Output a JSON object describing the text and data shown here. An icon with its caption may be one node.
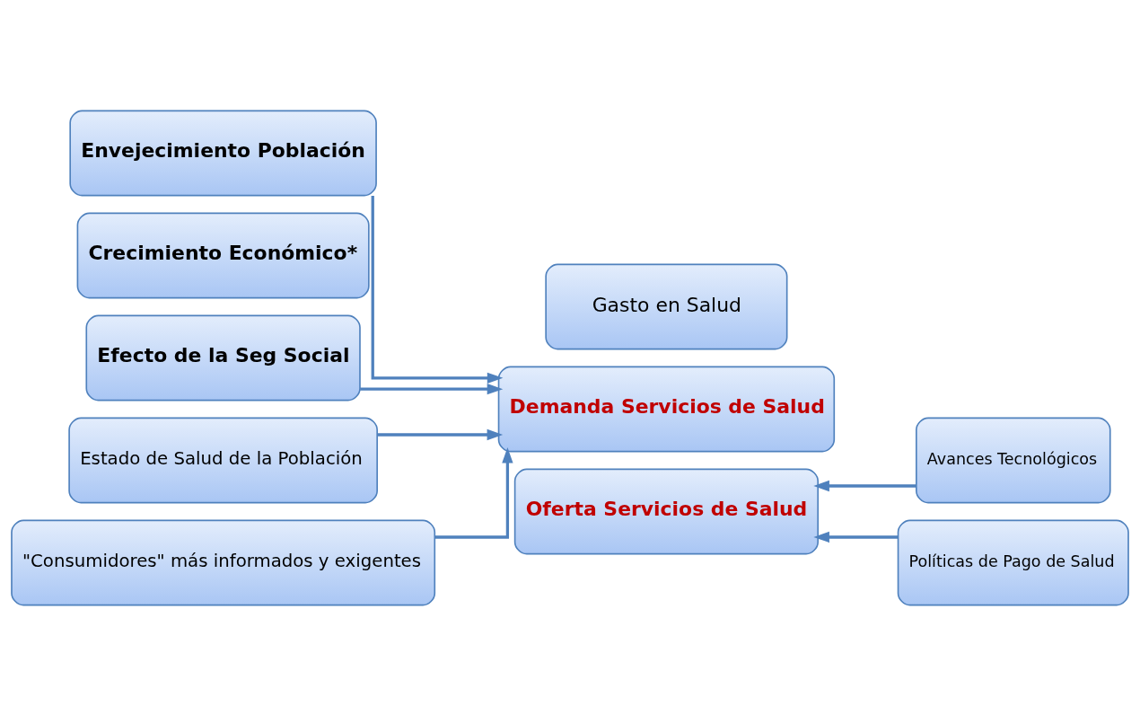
{
  "diagram": {
    "nodes": [
      {
        "text": [
          "Envejecimiento Población"
        ]
      },
      {
        "text": [
          "Estado de Salud de la Población"
        ]
      },
      {
        "text": [
          "Crecimiento Económico*"
        ]
      },
      {
        "text": [
          "\"Consumidores\" más informados y exigentes"
        ]
      },
      {
        "text": [
          "Efecto de la Seg Social"
        ]
      },
      {
        "text": [
          "Gasto en Salud"
        ]
      },
      {
        "text": [
          "Demanda Servicios de Salud"
        ]
      },
      {
        "text": [
          "Oferta Servicios de Salud"
        ]
      },
      {
        "text": [
          "Avances Tecnológicos"
        ]
      },
      {
        "text": [
          "Políticas de Pago de Salud"
        ]
      }
    ],
    "edges": [
      {
        "from": 0,
        "to": 6,
        "arrow": "to"
      },
      {
        "from": 1,
        "to": 6,
        "arrow": "to"
      },
      {
        "from": 3,
        "to": 6,
        "arrow": "to"
      },
      {
        "from": 4,
        "to": 6,
        "arrow": "to"
      },
      {
        "from": 8,
        "to": 7,
        "arrow": "to"
      },
      {
        "from": 9,
        "to": 7,
        "arrow": "to"
      }
    ]
  }
}
